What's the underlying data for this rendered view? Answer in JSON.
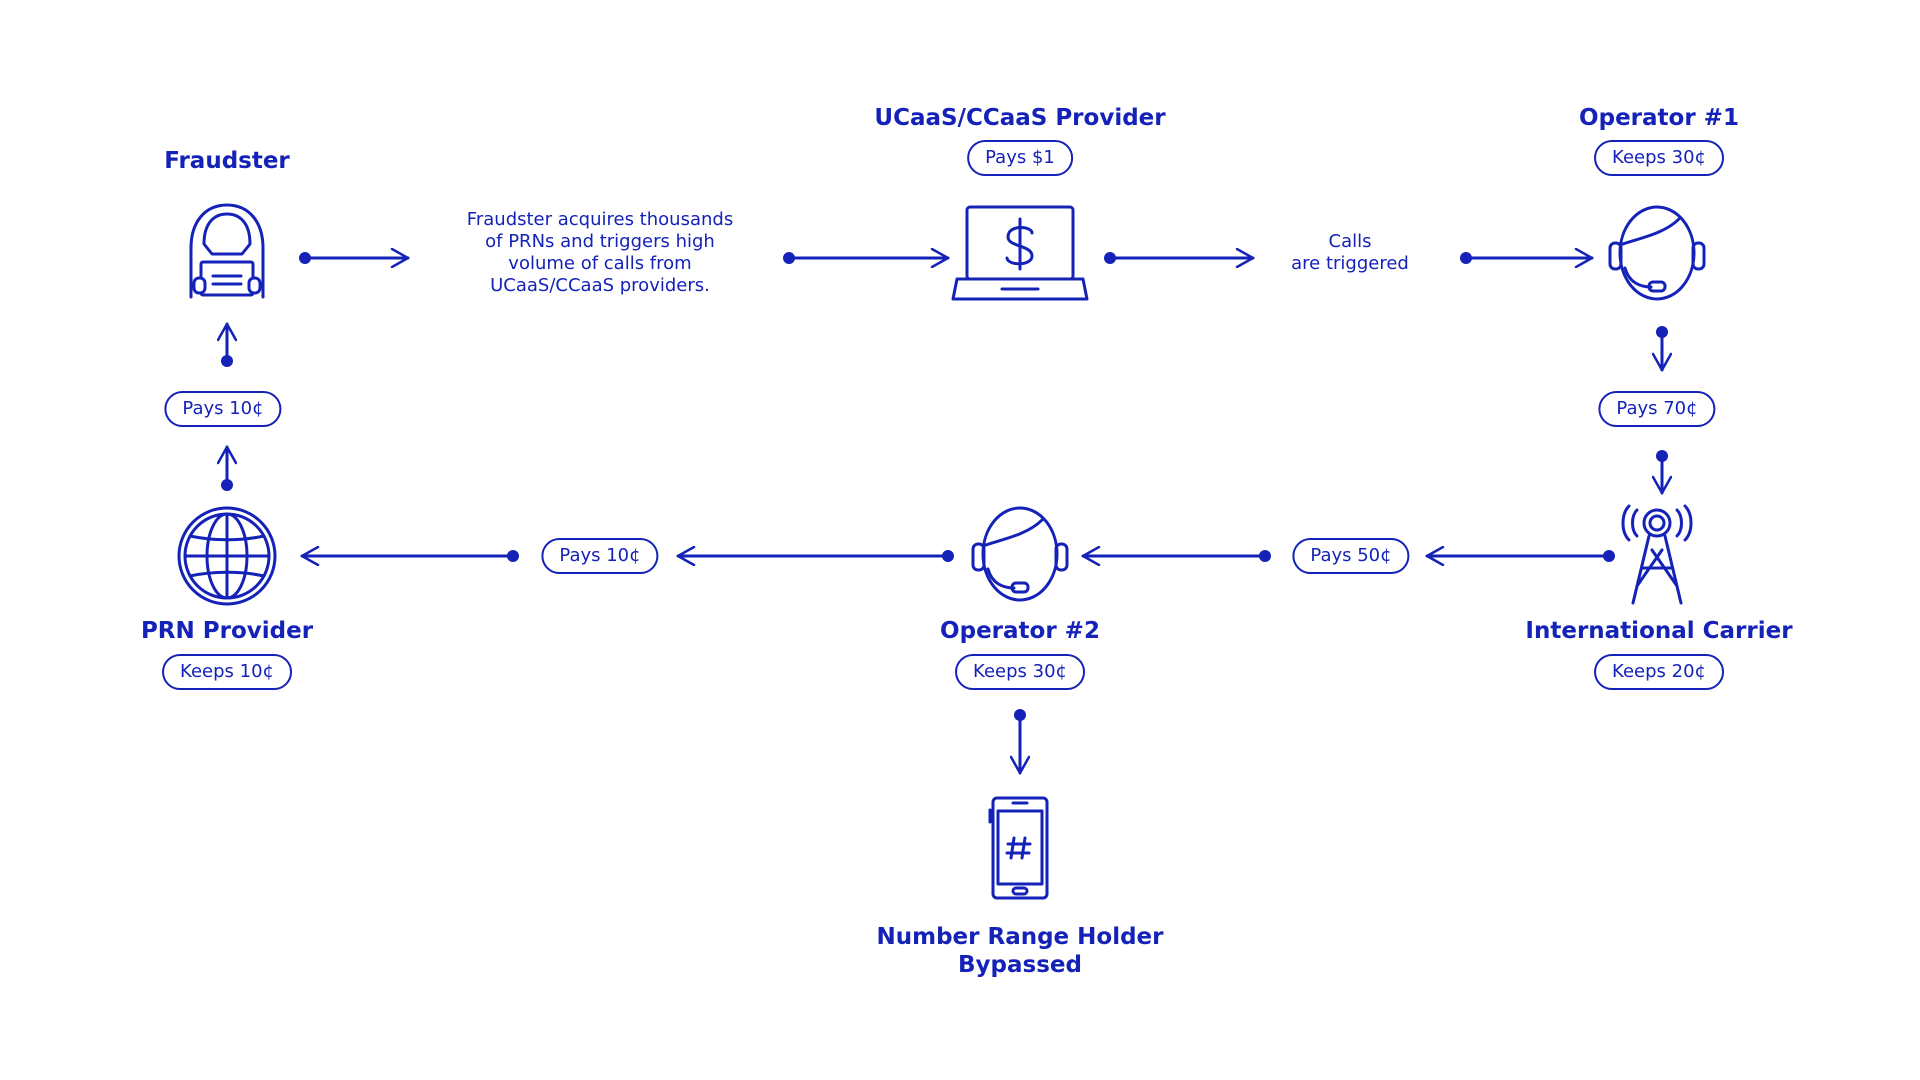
{
  "colors": {
    "accent": "#1422b8",
    "background": "#ffffff"
  },
  "nodes": {
    "fraudster": {
      "title": "Fraudster",
      "icon": "hooded-hacker-icon"
    },
    "ucaas": {
      "title": "UCaaS/CCaaS Provider",
      "badge": "Pays $1",
      "icon": "laptop-dollar-icon"
    },
    "operator1": {
      "title": "Operator #1",
      "badge": "Keeps 30¢",
      "icon": "headset-agent-icon"
    },
    "international_carrier": {
      "title": "International Carrier",
      "badge": "Keeps 20¢",
      "icon": "cell-tower-icon"
    },
    "operator2": {
      "title": "Operator #2",
      "badge": "Keeps 30¢",
      "icon": "headset-agent-icon"
    },
    "prn_provider": {
      "title": "PRN Provider",
      "badge": "Keeps 10¢",
      "icon": "globe-icon"
    },
    "number_range_holder": {
      "title_line1": "Number Range Holder",
      "title_line2": "Bypassed",
      "icon": "smartphone-hash-icon"
    }
  },
  "notes": {
    "fraudster_action": [
      "Fraudster acquires thousands",
      "of PRNs and triggers high",
      "volume of calls from",
      "UCaaS/CCaaS providers."
    ],
    "calls_triggered": [
      "Calls",
      "are triggered"
    ]
  },
  "payments": {
    "operator1_to_carrier": "Pays 70¢",
    "carrier_to_operator2": "Pays 50¢",
    "operator2_to_prn": "Pays 10¢",
    "prn_to_fraudster": "Pays 10¢"
  }
}
